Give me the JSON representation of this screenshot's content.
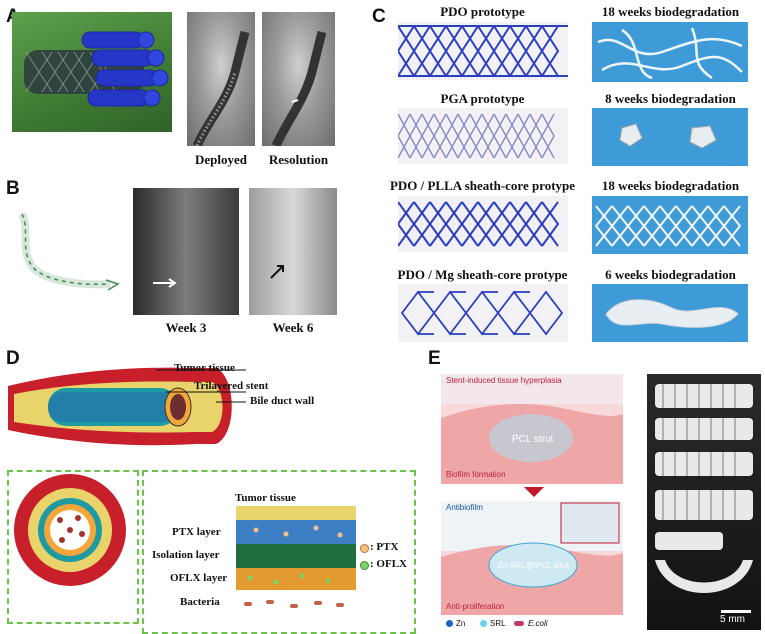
{
  "panels": {
    "A": {
      "letter": "A",
      "captions": [
        "Deployed",
        "Resolution"
      ]
    },
    "B": {
      "letter": "B",
      "captions": [
        "Week 3",
        "Week 6"
      ]
    },
    "C": {
      "letter": "C",
      "left": [
        "PDO prototype",
        "PGA prototype",
        "PDO / PLLA sheath-core protype",
        "PDO / Mg sheath-core protype"
      ],
      "right": [
        "18 weeks biodegradation",
        "8 weeks biodegradation",
        "18 weeks biodegradation",
        "6 weeks biodegradation"
      ]
    },
    "D": {
      "letter": "D",
      "top_labels": [
        "Tumor tissue",
        "Trilayered stent",
        "Bile duct wall"
      ],
      "layer_title": "Tumor tissue",
      "layers": [
        "PTX layer",
        "Isolation layer",
        "OFLX layer",
        "Bacteria"
      ],
      "legend": [
        ": PTX",
        ": OFLX"
      ]
    },
    "E": {
      "letter": "E",
      "top_text": "Stent-induced tissue hyperplasia",
      "top_strut": "PCL strut",
      "top_bottom": "Biofilm formation",
      "mid_text": "Antibiofilm",
      "mid_strut": "Zn-SRL@fPCL strut",
      "mid_bottom": "Anti-proliferation",
      "legend": [
        "Zn",
        "SRL",
        "E.coli"
      ],
      "scale": "5 mm"
    }
  },
  "colors": {
    "mesh_blue": "#2b3fc0",
    "bg_blue": "#3f9bd8",
    "duct_red": "#c8202a",
    "dash_green": "#6cc24a"
  }
}
